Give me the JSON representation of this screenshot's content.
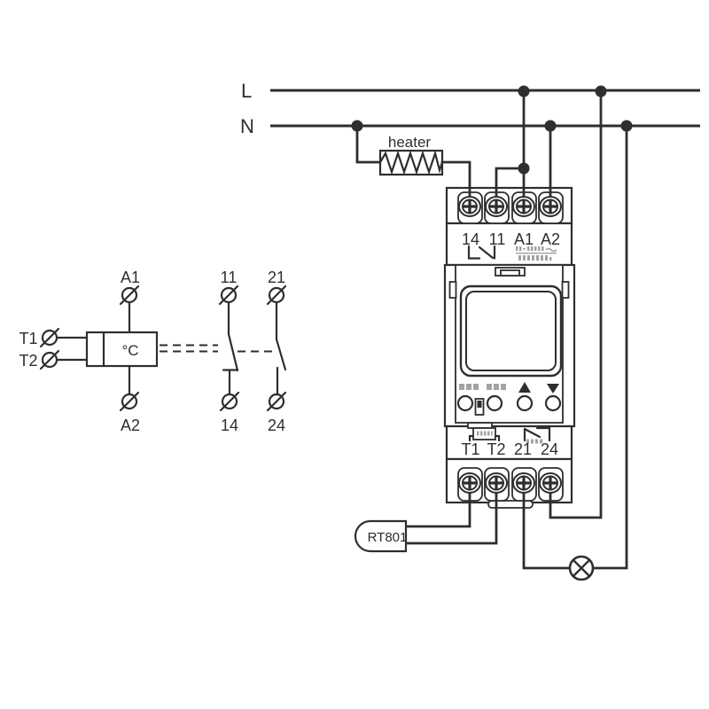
{
  "colors": {
    "ink": "#2e2e2e",
    "muted_gray": "#a3a3a3",
    "background": "#ffffff"
  },
  "power": {
    "live": "L",
    "neutral": "N"
  },
  "heater": {
    "label": "heater"
  },
  "sensor": {
    "label": "RT801"
  },
  "device": {
    "top_terminals": [
      "14",
      "11",
      "A1",
      "A2"
    ],
    "bottom_terminals": [
      "T1",
      "T2",
      "21",
      "24"
    ]
  },
  "schematic": {
    "coil_top": "A1",
    "coil_bottom": "A2",
    "coil_unit": "°C",
    "sensor_top": "T1",
    "sensor_bottom": "T2",
    "contact1_top": "11",
    "contact1_bottom": "14",
    "contact2_top": "21",
    "contact2_bottom": "24"
  }
}
